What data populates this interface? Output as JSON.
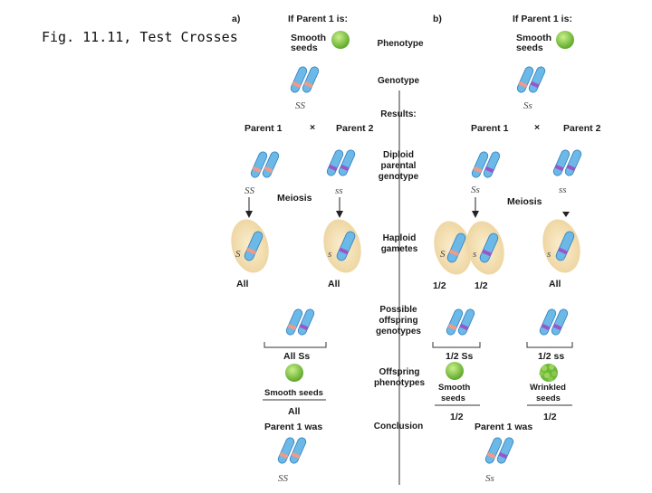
{
  "figure_title": "Fig. 11.11, Test Crosses",
  "colors": {
    "chromosome": "#6cb8e6",
    "chromosome_dark": "#2e7fbf",
    "dominant_band": "#f29a86",
    "recessive_band": "#9a55c9",
    "gamete_cell": "#f3ddb0",
    "pea": "#8ccd3c"
  },
  "panel_a": {
    "letter": "a)",
    "if_parent": "If Parent 1 is:",
    "phenotype": [
      "Smooth",
      "seeds"
    ],
    "genotype": "SS",
    "parent1": "Parent 1",
    "cross": "×",
    "parent2": "Parent 2",
    "p1_genotype": "SS",
    "meiosis": "Meiosis",
    "p2_genotype": "ss",
    "gamete1_allele": "S",
    "gamete2_allele": "s",
    "gamete1_fraction": "All",
    "gamete2_fraction": "All",
    "offspring_genotype": "All Ss",
    "offspring_phenotype": "Smooth seeds",
    "offspring_fraction": "All",
    "conclusion": "Parent 1 was",
    "conclusion_genotype": "SS"
  },
  "center_labels": {
    "phenotype": "Phenotype",
    "genotype": "Genotype",
    "results": "Results:",
    "diploid": [
      "Diploid",
      "parental",
      "genotype"
    ],
    "haploid": [
      "Haploid",
      "gametes"
    ],
    "possible": [
      "Possible",
      "offspring",
      "genotypes"
    ],
    "offspring_phen": [
      "Offspring",
      "phenotypes"
    ],
    "conclusion": "Conclusion"
  },
  "panel_b": {
    "letter": "b)",
    "if_parent": "If Parent 1 is:",
    "phenotype": [
      "Smooth",
      "seeds"
    ],
    "genotype": "Ss",
    "parent1": "Parent 1",
    "cross": "×",
    "parent2": "Parent 2",
    "p1_genotype": "Ss",
    "meiosis": "Meiosis",
    "p2_genotype": "ss",
    "gamete1_allele": "S",
    "gamete2_allele": "s",
    "gamete3_allele": "s",
    "gamete1_fraction": "1/2",
    "gamete2_fraction": "1/2",
    "gamete3_fraction": "All",
    "offspring1_genotype": "1/2 Ss",
    "offspring2_genotype": "1/2 ss",
    "offspring1_phenotype": [
      "Smooth",
      "seeds"
    ],
    "offspring2_phenotype": [
      "Wrinkled",
      "seeds"
    ],
    "offspring1_fraction": "1/2",
    "offspring2_fraction": "1/2",
    "conclusion": "Parent 1 was",
    "conclusion_genotype": "Ss"
  }
}
